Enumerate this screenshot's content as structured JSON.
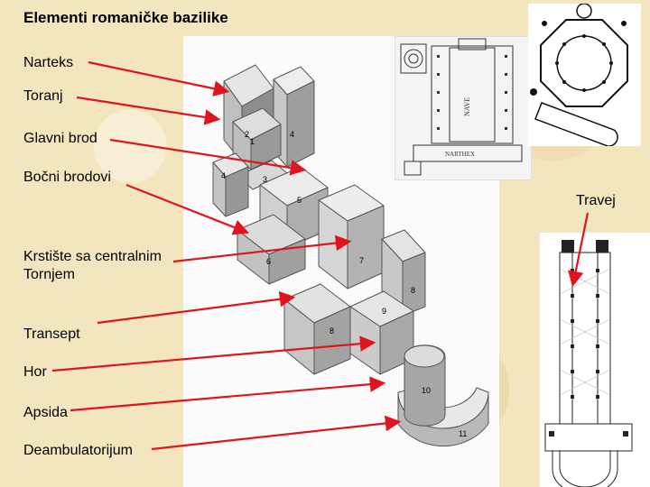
{
  "title": "Elementi romaničke bazilike",
  "labels": {
    "narteks": "Narteks",
    "toranj": "Toranj",
    "glavni_brod": "Glavni brod",
    "bocni_brodovi": "Bočni brodovi",
    "krstiste_1": "Krstište sa centralnim",
    "krstiste_2": "Tornjem",
    "transept": "Transept",
    "hor": "Hor",
    "apsida": "Apsida",
    "deambulatorijum": "Deambulatorijum",
    "travej": "Travej"
  },
  "model_numbers": [
    "1",
    "2",
    "3",
    "4",
    "4",
    "5",
    "6",
    "7",
    "8",
    "8",
    "9",
    "10",
    "11"
  ],
  "plan_text": {
    "nave": "NAVE",
    "narthex": "NARTHEX"
  },
  "colors": {
    "arrow": "#e0141e",
    "text": "#000000"
  }
}
